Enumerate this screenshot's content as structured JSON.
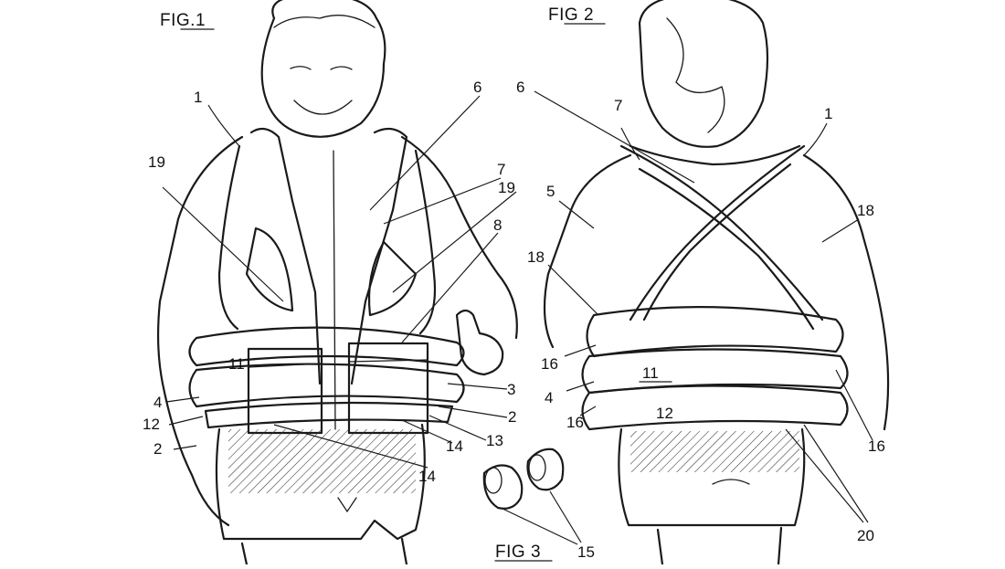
{
  "figures": {
    "fig1": {
      "title": "FIG.1"
    },
    "fig2": {
      "title": "FIG 2"
    },
    "fig3": {
      "title": "FIG 3"
    }
  },
  "labels": {
    "fig1": [
      "1",
      "6",
      "19",
      "7",
      "19",
      "8",
      "11",
      "3",
      "4",
      "12",
      "2",
      "2",
      "13",
      "14",
      "14"
    ],
    "fig2": [
      "6",
      "7",
      "1",
      "5",
      "18",
      "18",
      "16",
      "11",
      "4",
      "16",
      "12",
      "16",
      "20"
    ],
    "fig3": [
      "15"
    ]
  },
  "colors": {
    "ink": "#1a1a1a",
    "paper": "#ffffff"
  }
}
